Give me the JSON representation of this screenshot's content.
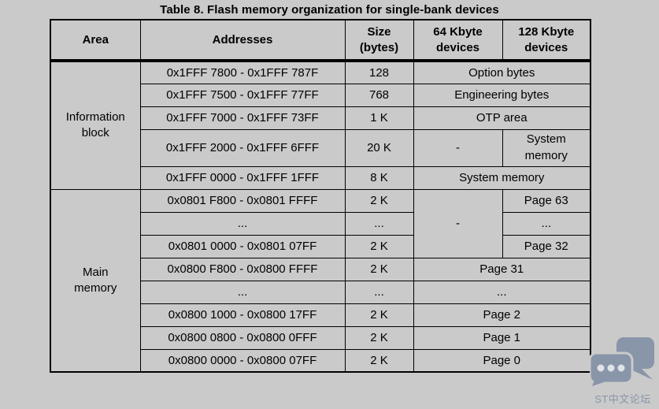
{
  "title": "Table 8. Flash memory organization for single-bank devices",
  "colors": {
    "background": "#cacaca",
    "border": "#000000",
    "text": "#000000",
    "watermark": "#8995a9"
  },
  "table": {
    "headers": {
      "area": "Area",
      "addresses": "Addresses",
      "size": "Size\n(bytes)",
      "dev64": "64 Kbyte\ndevices",
      "dev128": "128 Kbyte\ndevices"
    },
    "sections": [
      {
        "area": "Information\nblock"
      },
      {
        "area": "Main\nmemory"
      }
    ],
    "rows": [
      {
        "addr": "0x1FFF 7800 - 0x1FFF 787F",
        "size": "128",
        "devices": "Option bytes"
      },
      {
        "addr": "0x1FFF 7500 - 0x1FFF 77FF",
        "size": "768",
        "devices": "Engineering bytes"
      },
      {
        "addr": "0x1FFF 7000 - 0x1FFF 73FF",
        "size": "1 K",
        "devices": "OTP area"
      },
      {
        "addr": "0x1FFF 2000 - 0x1FFF 6FFF",
        "size": "20 K",
        "dev64": "-",
        "dev128": "System\nmemory"
      },
      {
        "addr": "0x1FFF 0000 - 0x1FFF 1FFF",
        "size": "8 K",
        "devices": "System memory"
      },
      {
        "addr": "0x0801 F800 - 0x0801 FFFF",
        "size": "2 K",
        "dev64": "-",
        "dev128": "Page 63"
      },
      {
        "addr": "...",
        "size": "...",
        "dev128": "..."
      },
      {
        "addr": "0x0801 0000 - 0x0801 07FF",
        "size": "2 K",
        "dev128": "Page 32"
      },
      {
        "addr": "0x0800 F800 - 0x0800 FFFF",
        "size": "2 K",
        "devices": "Page 31"
      },
      {
        "addr": "...",
        "size": "...",
        "devices": "..."
      },
      {
        "addr": "0x0800 1000 - 0x0800 17FF",
        "size": "2 K",
        "devices": "Page 2"
      },
      {
        "addr": "0x0800 0800 - 0x0800 0FFF",
        "size": "2 K",
        "devices": "Page 1"
      },
      {
        "addr": "0x0800 0000 - 0x0800 07FF",
        "size": "2 K",
        "devices": "Page 0"
      }
    ]
  },
  "watermark": {
    "label": "ST中文论坛"
  }
}
